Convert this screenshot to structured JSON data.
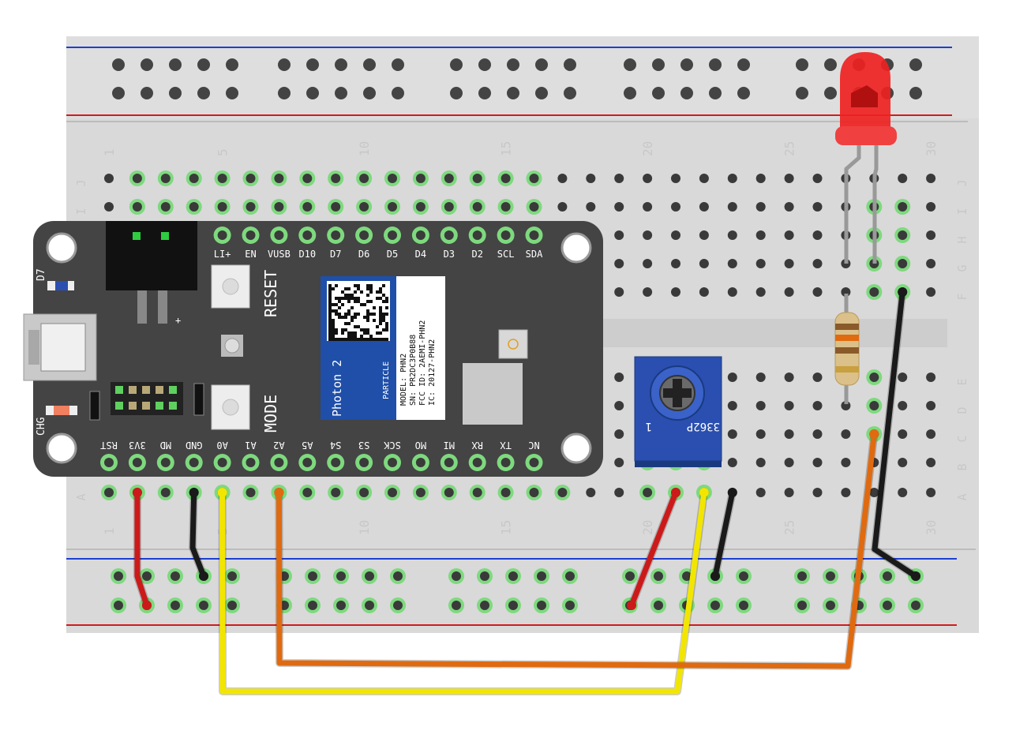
{
  "breadboard": {
    "column_numbers": [
      "1",
      "5",
      "10",
      "15",
      "20",
      "25",
      "30"
    ],
    "row_letters_top": [
      "J",
      "I",
      "H",
      "G",
      "F"
    ],
    "row_letters_bottom": [
      "E",
      "D",
      "C",
      "B",
      "A"
    ]
  },
  "photon": {
    "top_pins": [
      "LI+",
      "EN",
      "VUSB",
      "D10",
      "D7",
      "D6",
      "D5",
      "D4",
      "D3",
      "D2",
      "SCL",
      "SDA"
    ],
    "bottom_pins": [
      "RST",
      "3V3",
      "MD",
      "GND",
      "A0",
      "A1",
      "A2",
      "A5",
      "S4",
      "S3",
      "SCK",
      "MO",
      "MI",
      "RX",
      "TX",
      "NC"
    ],
    "reset_label": "RESET",
    "mode_label": "MODE",
    "d7_label": "D7",
    "chg_label": "CHG",
    "plus_label": "+",
    "module_name": "Photon 2",
    "module_brand": "PARTICLE",
    "module_info": [
      "MODEL: PHN2",
      "SN: PR2DC3P0B88",
      "FCC ID: 2AEMI-PHN2",
      "IC: 20127-PHN2"
    ]
  },
  "potentiometer": {
    "marking": "3362P",
    "pin1_label": "1"
  },
  "colors": {
    "breadboard": "#d9d9d9",
    "photon_board": "#444444",
    "wire_red": "#cc1a1a",
    "wire_black": "#1a1a1a",
    "wire_yellow": "#f2e600",
    "wire_orange": "#e06a10",
    "led": "#ee2222",
    "pot_body": "#2a4fb0",
    "hole_active": "#7ed97e"
  }
}
